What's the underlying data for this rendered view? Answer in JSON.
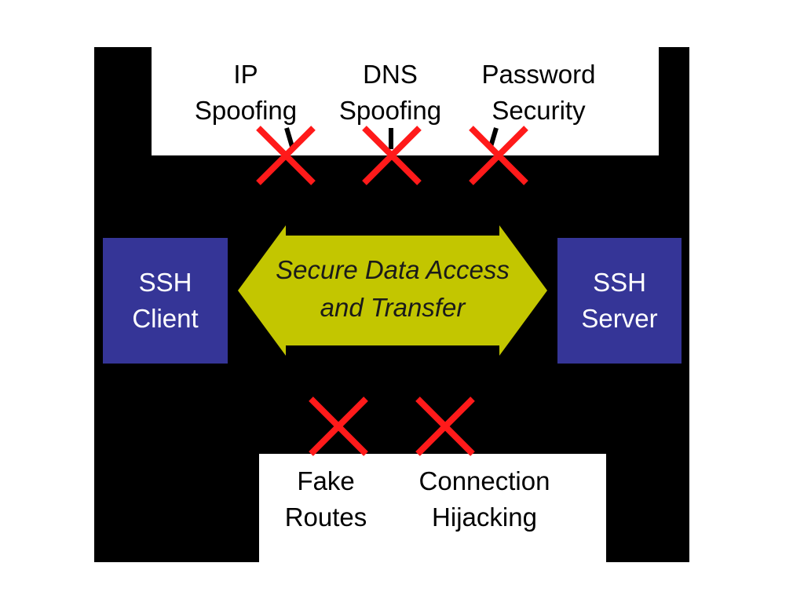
{
  "threats_top": [
    {
      "line1": "IP",
      "line2": "Spoofing"
    },
    {
      "line1": "DNS",
      "line2": "Spoofing"
    },
    {
      "line1": "Password",
      "line2": "Security"
    }
  ],
  "threats_bottom": [
    {
      "line1": "Fake",
      "line2": "Routes"
    },
    {
      "line1": "Connection",
      "line2": "Hijacking"
    }
  ],
  "client": {
    "line1": "SSH",
    "line2": "Client"
  },
  "server": {
    "line1": "SSH",
    "line2": "Server"
  },
  "channel": {
    "line1": "Secure Data Access",
    "line2": "and Transfer"
  },
  "colors": {
    "background": "#000000",
    "node": "#353597",
    "arrow": "#c3c600",
    "cross": "#ff1a1a"
  }
}
